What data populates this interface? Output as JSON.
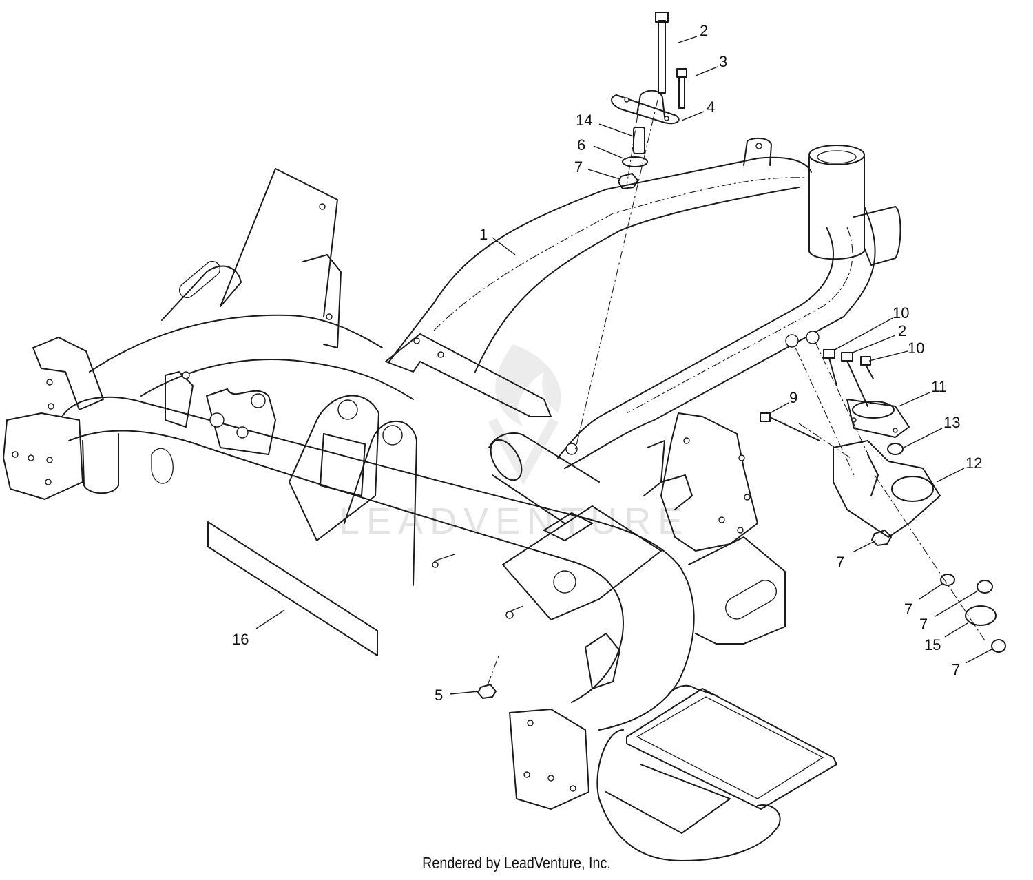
{
  "watermark": "LEADVENTURE",
  "credit": "Rendered by LeadVenture, Inc.",
  "callouts": [
    {
      "id": "c2a",
      "label": "2"
    },
    {
      "id": "c3",
      "label": "3"
    },
    {
      "id": "c4",
      "label": "4"
    },
    {
      "id": "c14",
      "label": "14"
    },
    {
      "id": "c6",
      "label": "6"
    },
    {
      "id": "c7a",
      "label": "7"
    },
    {
      "id": "c1",
      "label": "1"
    },
    {
      "id": "c10a",
      "label": "10"
    },
    {
      "id": "c2b",
      "label": "2"
    },
    {
      "id": "c10b",
      "label": "10"
    },
    {
      "id": "c9",
      "label": "9"
    },
    {
      "id": "c11",
      "label": "11"
    },
    {
      "id": "c13",
      "label": "13"
    },
    {
      "id": "c12",
      "label": "12"
    },
    {
      "id": "c7b",
      "label": "7"
    },
    {
      "id": "c7c",
      "label": "7"
    },
    {
      "id": "c7d",
      "label": "7"
    },
    {
      "id": "c15",
      "label": "15"
    },
    {
      "id": "c7e",
      "label": "7"
    },
    {
      "id": "c16",
      "label": "16"
    },
    {
      "id": "c5",
      "label": "5"
    }
  ]
}
